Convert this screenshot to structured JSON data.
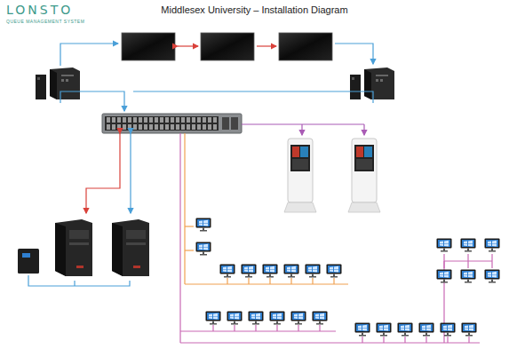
{
  "diagram": {
    "title": "Middlesex University – Installation Diagram",
    "labels": [
      "LONSTO",
      "QUEUE MANAGEMENT SYSTEM"
    ]
  }
}
